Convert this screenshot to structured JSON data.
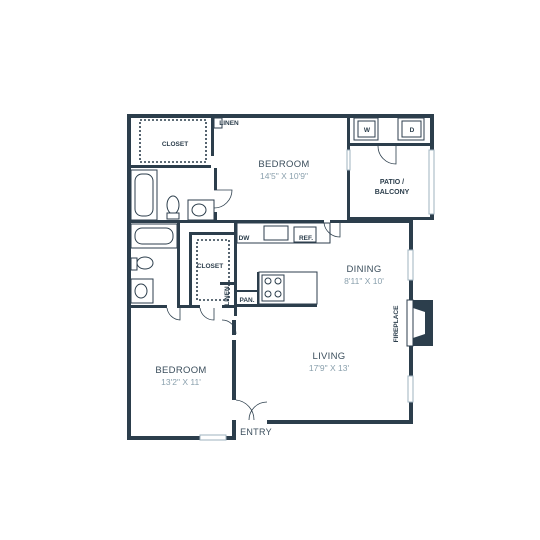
{
  "rooms": {
    "bedroom1": {
      "name": "BEDROOM",
      "dims": "14'5\" X 10'9\""
    },
    "bedroom2": {
      "name": "BEDROOM",
      "dims": "13'2\" X 11'"
    },
    "dining": {
      "name": "DINING",
      "dims": "8'11\" X 10'"
    },
    "living": {
      "name": "LIVING",
      "dims": "17'9\" X 13'"
    },
    "patio": {
      "line1": "PATIO /",
      "line2": "BALCONY"
    }
  },
  "labels": {
    "closet_top": "CLOSET",
    "closet_mid": "CLOSET",
    "linen_top": "LINEN",
    "linen_mid": "LINEN",
    "washer": "W",
    "dryer": "D",
    "dishwasher": "DW",
    "refrigerator": "REF.",
    "pantry": "PAN.",
    "fireplace": "FIREPLACE",
    "entry": "ENTRY"
  },
  "colors": {
    "wall": "#2c3e4c",
    "text": "#3b4e5c",
    "dims": "#8aa0ad"
  }
}
